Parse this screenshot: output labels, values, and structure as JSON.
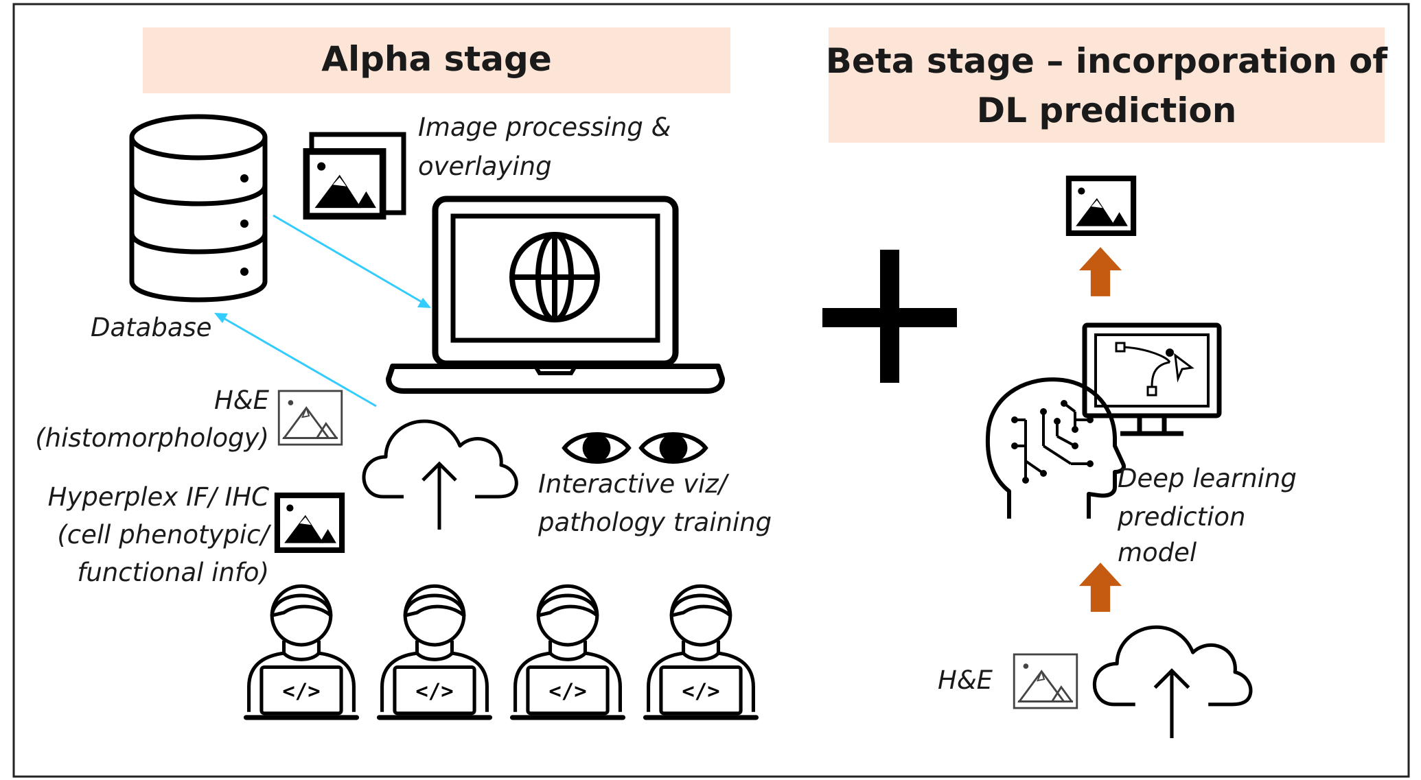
{
  "alpha": {
    "title": "Alpha stage",
    "image_processing": [
      "Image processing &",
      "overlaying"
    ],
    "database_label": "Database",
    "he": [
      "H&E",
      "(histomorphology)"
    ],
    "hyperplex": [
      "Hyperplex IF/ IHC",
      "(cell phenotypic/",
      "functional info)"
    ],
    "interactive": [
      "Interactive viz/",
      "pathology training"
    ]
  },
  "beta": {
    "title_lines": [
      "Beta stage – incorporation of",
      "DL prediction"
    ],
    "dl_model": [
      "Deep learning",
      "prediction",
      "model"
    ],
    "he": "H&E"
  },
  "colors": {
    "header_bg": "#fce4d6",
    "arrow_blue": "#33ccff",
    "arrow_orange": "#c55a11",
    "icon_black": "#000000"
  },
  "icons": [
    "database-icon",
    "image-stack-icon",
    "laptop-globe-icon",
    "image-icon",
    "cloud-upload-icon",
    "eye-icon",
    "developer-person-icon",
    "plus-icon",
    "ai-brain-icon",
    "monitor-vector-icon",
    "up-arrow-icon"
  ]
}
